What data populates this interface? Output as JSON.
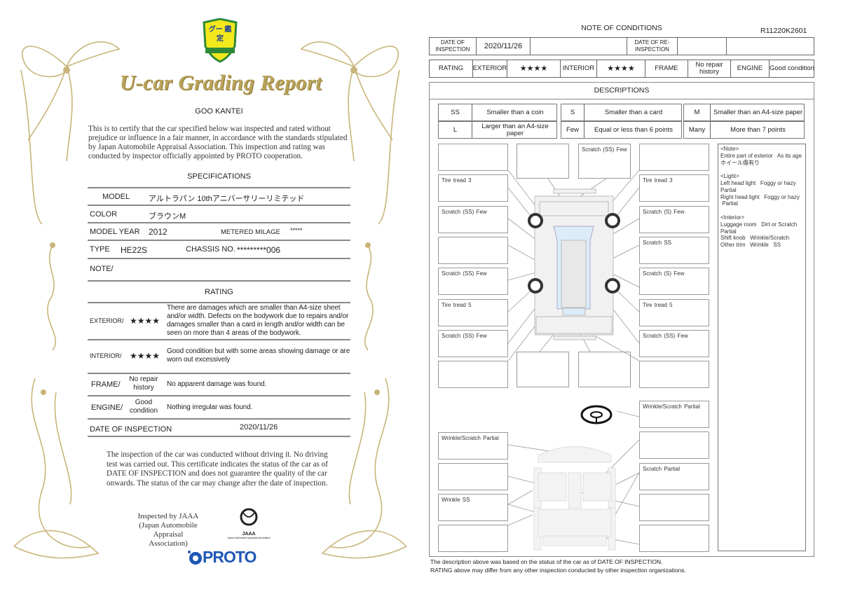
{
  "certificate": {
    "logo_text": "グー 鑑定",
    "title": "U-car Grading Report",
    "brand": "GOO KANTEI",
    "statement": "This is to certify that the car specified below was inspected and rated without prejudice or influence in a fair manner, in accordance with the standards stipulated by Japan Automobile Appraisal Association. This inspection and rating was conducted by inspector officially appointed by PROTO cooperation.",
    "specifications_heading": "SPECIFICATIONS",
    "model_label": "MODEL",
    "model": "アルトラパン 10thアニバーサリーリミテッド",
    "color_label": "COLOR",
    "color": "ブラウンM",
    "model_year_label": "MODEL YEAR",
    "model_year": "2012",
    "mileage_label": "METERED MILAGE",
    "mileage": "*****",
    "type_label": "TYPE",
    "type": "HE22S",
    "chassis_label": "CHASSIS NO.",
    "chassis": "*********006",
    "note_label": "NOTE/",
    "rating_heading": "RATING",
    "exterior_label": "EXTERIOR/",
    "exterior_stars": "★★★★",
    "exterior_desc": "There are damages which are smaller than A4-size sheet and/or width. Defects on the bodywork due to repairs and/or damages smaller than a card in length and/or width can be seen on more than 4 areas of the bodywork.",
    "interior_label": "INTERIOR/",
    "interior_stars": "★★★★",
    "interior_desc": "Good condition but with some areas showing damage or are worn out excessively",
    "frame_label": "FRAME/",
    "frame_value": "No repair history",
    "frame_desc": "No apparent damage was found.",
    "engine_label": "ENGINE/",
    "engine_value": "Good condition",
    "engine_desc": "Nothing irregular was found.",
    "date_label": "DATE OF INSPECTION",
    "date": "2020/11/26",
    "disclaimer": "The inspection of the car was conducted without driving it. No driving test was carried out. This certificate indicates the status of the car as of DATE OF INSPECTION and does not guarantee the quality of the car onwards. The status of the car may change after the date of inspection.",
    "inspected_by": "Inspected by JAAA (Japan Automobile Appraisal Association)",
    "jaaa_logo": "JAAA",
    "jaaa_sub": "Japan Automobile Appraisal Association",
    "proto_logo": "PROTO",
    "gold": "#b9a35a"
  },
  "conditions": {
    "title": "NOTE OF CONDITIONS",
    "report_id": "R11220K2601",
    "date_row": {
      "label": "DATE OF INSPECTION",
      "value": "2020/11/26",
      "re_label": "DATE OF RE-INSPECTION"
    },
    "rating_row": {
      "rating": "RATING",
      "exterior": "EXTERIOR",
      "exterior_stars": "★★★★",
      "interior": "INTERIOR",
      "interior_stars": "★★★★",
      "frame": "FRAME",
      "frame_value": "No repair history",
      "engine": "ENGINE",
      "engine_value": "Good condition"
    },
    "descriptions_heading": "DESCRIPTIONS",
    "legend": [
      {
        "code": "SS",
        "meaning": "Smaller than a coin"
      },
      {
        "code": "S",
        "meaning": "Smaller than a card"
      },
      {
        "code": "M",
        "meaning": "Smaller than an A4-size paper"
      },
      {
        "code": "L",
        "meaning": "Larger than an A4-size paper"
      },
      {
        "code": "Few",
        "meaning": "Equal or less than 6 points"
      },
      {
        "code": "Many",
        "meaning": "More than 7 points"
      }
    ],
    "left_col": [
      "",
      "Tire tread   3",
      "Scratch (SS)   Few",
      "",
      "Scratch (SS)   Few",
      "Tire tread   5",
      "Scratch (SS)   Few",
      ""
    ],
    "right_col": [
      "",
      "Tire tread   3",
      "Scratch (S)   Few",
      "Scratch   SS",
      "Scratch (S)   Few",
      "Tire tread   5",
      "Scratch (SS)   Few",
      ""
    ],
    "top_mid": [
      "",
      "Scratch (SS)   Few"
    ],
    "bottom_mid": [
      "",
      ""
    ],
    "interior_left": [
      "Wrinkle/Scratch   Partial",
      "",
      "Wrinkle   SS",
      ""
    ],
    "interior_right": [
      "Wrinkle/Scratch   Partial",
      "",
      "Scratch   Partial",
      "",
      ""
    ],
    "notes": "<Note>\nEntire part of exterior   As its age\nホイール傷有り\n\n<Light>\nLeft head light   Foggy or hazy Partial\nRight head light   Foggy or hazy\n Partial\n\n<Interior>\nLuggage room   Dirt or Scratch Partial\nShift knob   Wrinkle/Scratch\nOther trim   Wrinkle   SS",
    "footer1": "The description above was based on the status of the car as of  DATE OF INSPECTION.",
    "footer2": "RATING above may differ from any other inspection conducted by other inspection organizations."
  }
}
